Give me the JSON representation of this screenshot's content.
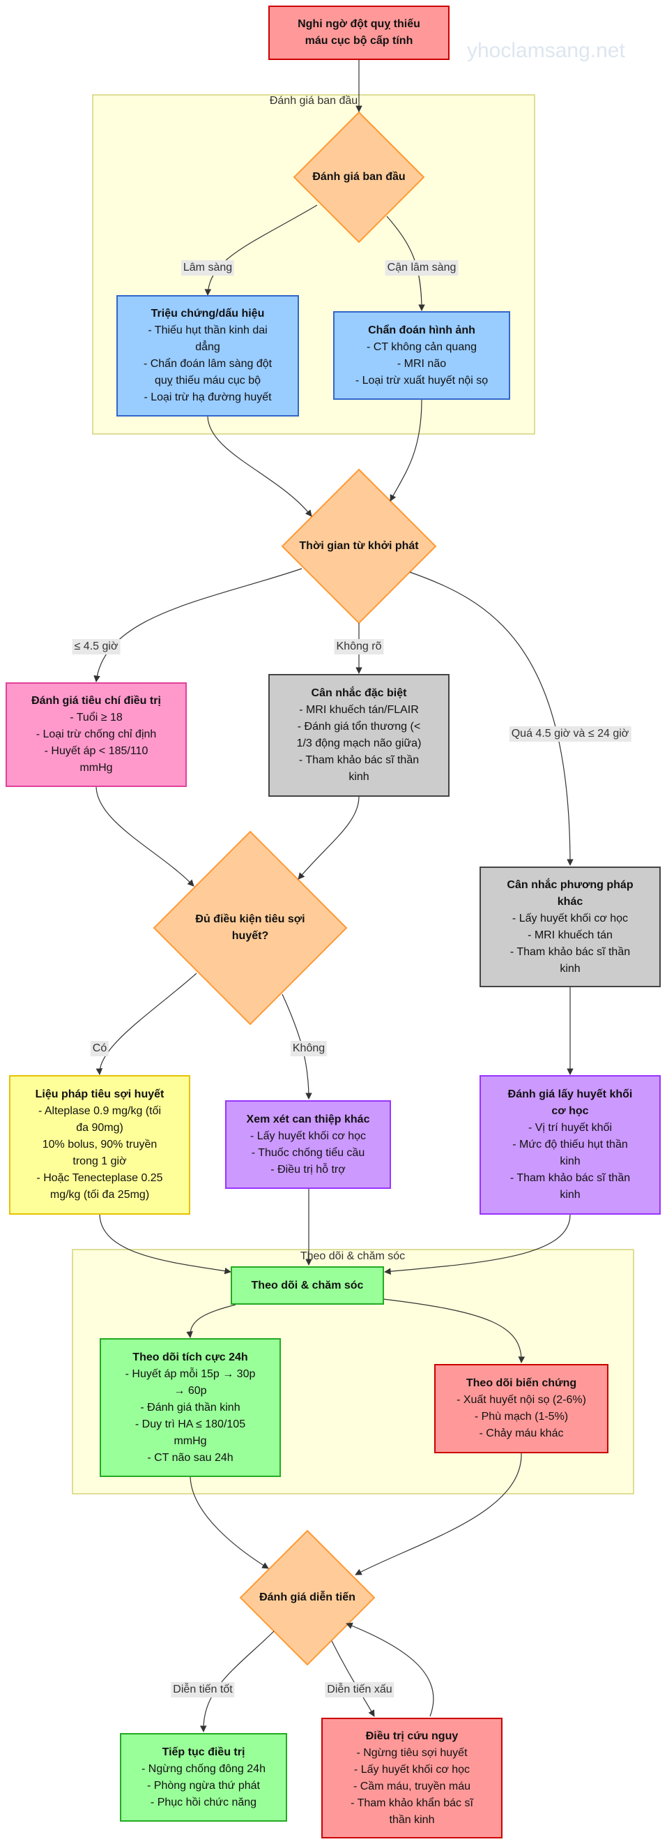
{
  "watermark": "yhoclamsang.net",
  "groups": {
    "initial": "Đánh giá ban đầu",
    "monitor": "Theo dõi & chăm sóc"
  },
  "nodes": {
    "start": [
      "Nghi ngờ đột quỵ thiếu",
      "máu cục bộ cấp tính"
    ],
    "symptoms": {
      "title": "Triệu chứng/dấu hiệu",
      "lines": [
        "- Thiếu hụt thần kinh dai",
        "dẳng",
        "- Chẩn đoán lâm sàng đột",
        "quỵ thiếu máu cục bộ",
        "- Loại trừ hạ đường huyết"
      ]
    },
    "imaging": {
      "title": "Chẩn đoán hình ảnh",
      "lines": [
        "- CT không cản quang",
        "- MRI não",
        "- Loại trừ xuất huyết nội sọ"
      ]
    },
    "criteria": {
      "title": "Đánh giá tiêu chí điều trị",
      "lines": [
        "- Tuổi ≥ 18",
        "- Loại trừ chống chỉ định",
        "- Huyết áp < 185/110",
        "mmHg"
      ]
    },
    "special": {
      "title": "Cân nhắc đặc biệt",
      "lines": [
        "- MRI khuếch tán/FLAIR",
        "- Đánh giá tổn thương (<",
        "1/3 động mạch não giữa)",
        "- Tham khảo bác sĩ thần",
        "kinh"
      ]
    },
    "other_methods": {
      "title_lines": [
        "Cân nhắc phương pháp",
        "khác"
      ],
      "lines": [
        "- Lấy huyết khối cơ học",
        "- MRI khuếch tán",
        "- Tham khảo bác sĩ thần",
        "kinh"
      ]
    },
    "thrombolysis": {
      "title": "Liệu pháp tiêu sợi huyết",
      "lines": [
        "- Alteplase 0.9 mg/kg (tối",
        "đa 90mg)",
        "10% bolus, 90% truyền",
        "trong 1 giờ",
        "- Hoặc Tenecteplase 0.25",
        "mg/kg (tối đa 25mg)"
      ]
    },
    "other_intervention": {
      "title": "Xem xét can thiệp khác",
      "lines": [
        "- Lấy huyết khối cơ học",
        "- Thuốc chống tiểu cầu",
        "- Điều trị hỗ trợ"
      ]
    },
    "thrombectomy": {
      "title_lines": [
        "Đánh giá lấy huyết khối",
        "cơ học"
      ],
      "lines": [
        "- Vị trí huyết khối",
        "- Mức độ thiếu hụt thần",
        "kinh",
        "- Tham khảo bác sĩ thần",
        "kinh"
      ]
    },
    "monitor_care": "Theo dõi & chăm sóc",
    "icu": {
      "title": "Theo dõi tích cực 24h",
      "lines": [
        "- Huyết áp mỗi 15p → 30p",
        "→ 60p",
        "- Đánh giá thần kinh",
        "- Duy trì HA ≤ 180/105",
        "mmHg",
        "- CT não sau 24h"
      ]
    },
    "complications": {
      "title": "Theo dõi biến chứng",
      "lines": [
        "- Xuất huyết nội sọ (2-6%)",
        "- Phù mạch (1-5%)",
        "- Chảy máu khác"
      ]
    },
    "continue": {
      "title": "Tiếp tục điều trị",
      "lines": [
        "- Ngừng chống đông 24h",
        "- Phòng ngừa thứ phát",
        "- Phục hồi chức năng"
      ]
    },
    "rescue": {
      "title": "Điều trị cứu nguy",
      "lines": [
        "- Ngừng tiêu sợi huyết",
        "- Lấy huyết khối cơ học",
        "- Cầm máu, truyền máu",
        "- Tham khảo khẩn bác sĩ",
        "thần kinh"
      ]
    }
  },
  "decisions": {
    "initial_assessment": "Đánh giá ban đầu",
    "onset_time": "Thời gian từ khởi phát",
    "eligible": [
      "Đủ điều kiện tiêu sợi",
      "huyết?"
    ],
    "progress": "Đánh giá diễn tiến"
  },
  "edge_labels": {
    "clinical": "Lâm sàng",
    "paraclinical": "Cận lâm sàng",
    "le_4_5h": "≤ 4.5 giờ",
    "unknown": "Không rõ",
    "over_4_5h": "Quá 4.5 giờ và ≤ 24 giờ",
    "yes": "Có",
    "no": "Không",
    "good": "Diễn tiến tốt",
    "bad": "Diễn tiến xấu"
  },
  "colors": {
    "decision_fill": "#ffcc99",
    "decision_stroke": "#ff9933",
    "group_fill": "#ffffdd",
    "group_stroke": "#d4d27a",
    "edge": "#333333"
  }
}
